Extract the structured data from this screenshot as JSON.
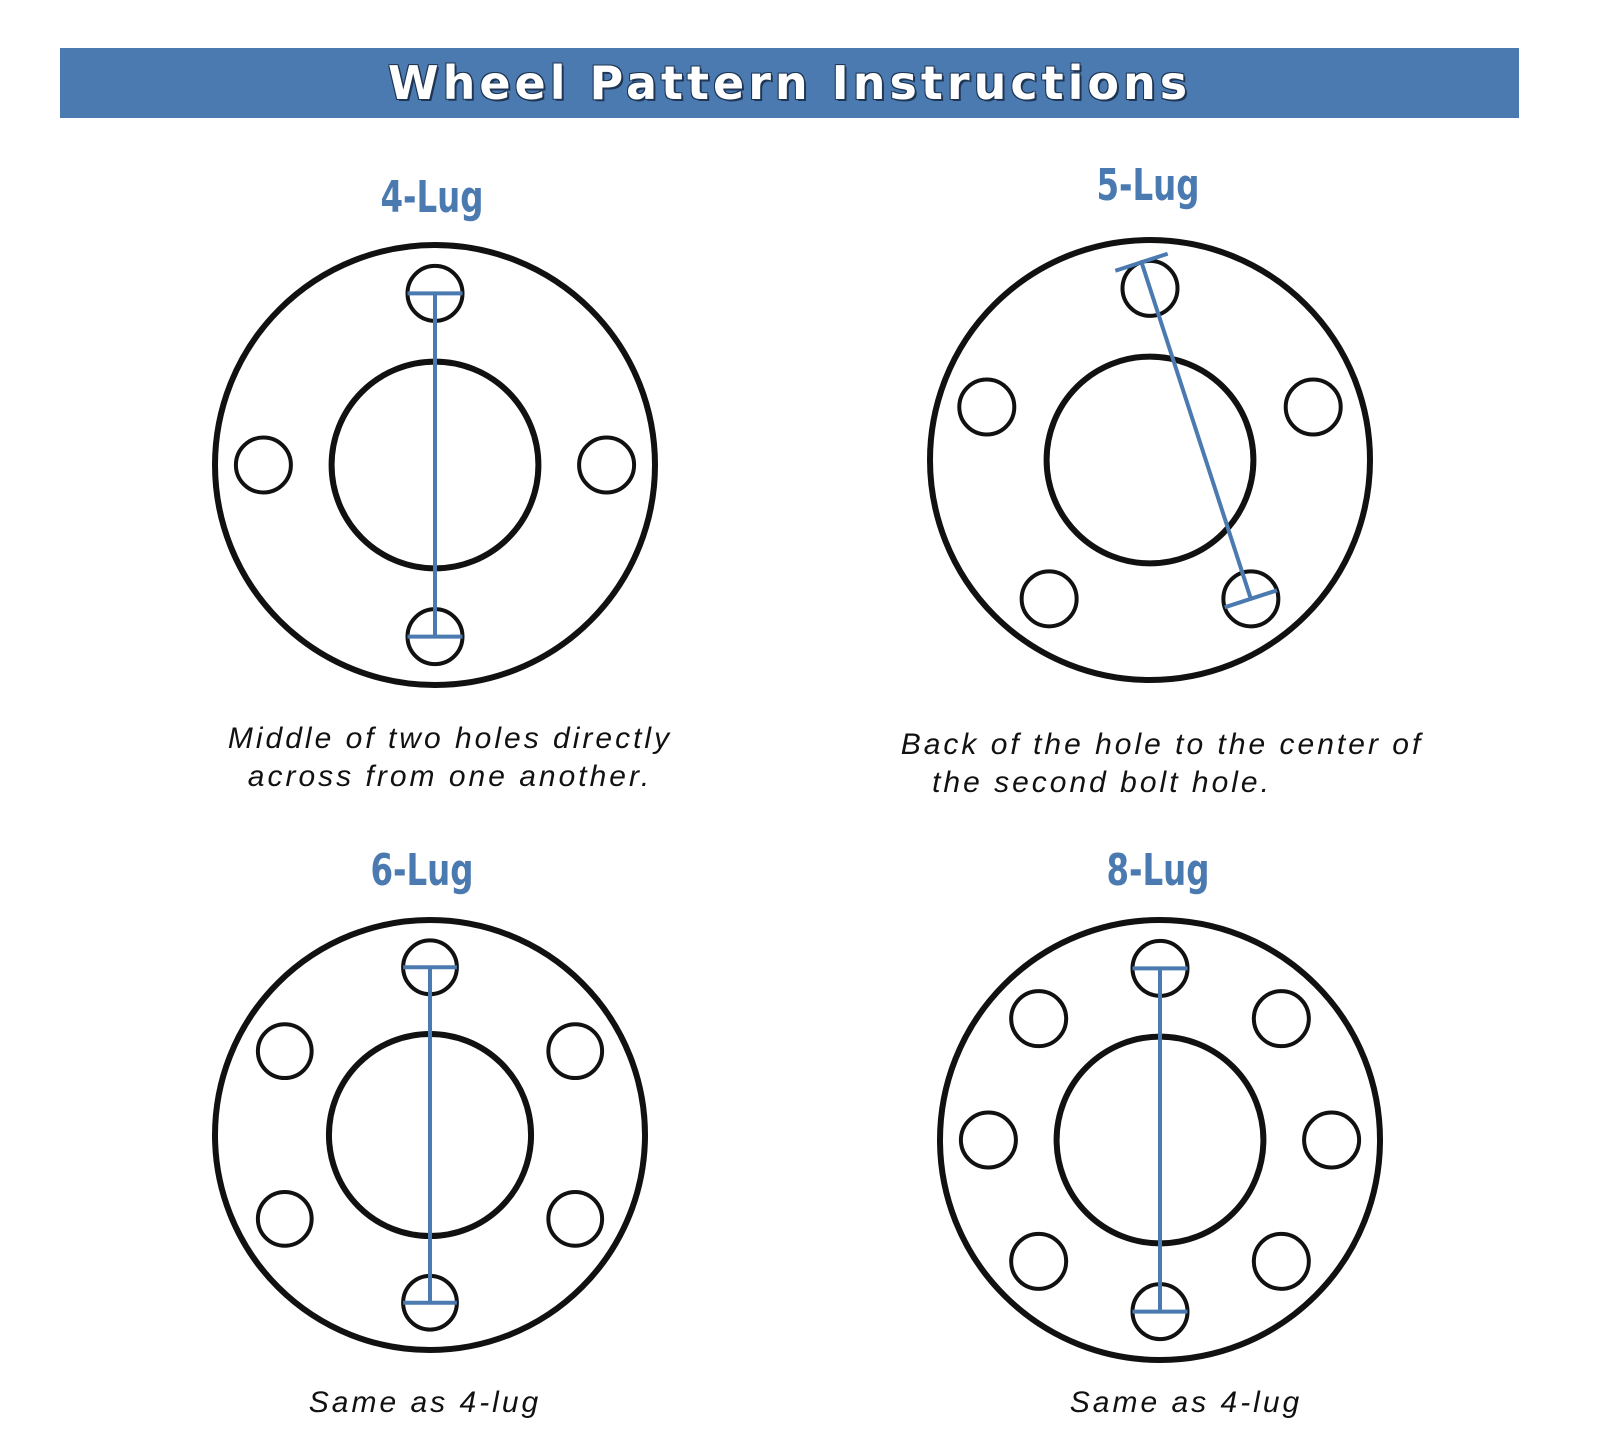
{
  "title": "Wheel Pattern Instructions",
  "colors": {
    "accent": "#4a7ab0",
    "ink": "#111111",
    "background": "#ffffff"
  },
  "patterns": [
    {
      "id": "4",
      "label": "4-Lug",
      "lugs": 4,
      "caption": [
        "Middle of two holes directly",
        "across from one another."
      ]
    },
    {
      "id": "5",
      "label": "5-Lug",
      "lugs": 5,
      "caption": [
        "Back of the hole to the center of",
        "the second bolt hole."
      ]
    },
    {
      "id": "6",
      "label": "6-Lug",
      "lugs": 6,
      "caption": [
        "Same as 4-lug"
      ]
    },
    {
      "id": "8",
      "label": "8-Lug",
      "lugs": 8,
      "caption": [
        "Same as 4-lug"
      ]
    }
  ]
}
